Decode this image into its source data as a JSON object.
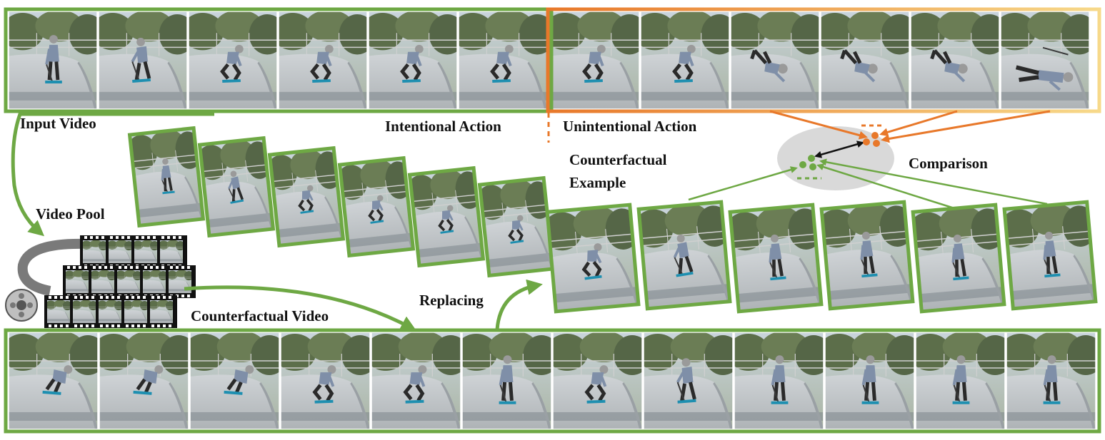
{
  "labels": {
    "input_video": "Input Video",
    "intentional_action": "Intentional Action",
    "unintentional_action": "Unintentional Action",
    "counterfactual_example_line1": "Counterfactual",
    "counterfactual_example_line2": "Example",
    "comparison": "Comparison",
    "video_pool": "Video Pool",
    "counterfactual_video": "Counterfactual Video",
    "replacing": "Replacing"
  },
  "colors": {
    "green": "#6ea844",
    "orange": "#e8782a",
    "orange_light": "#f7d98a",
    "ellipse": "#d9d9d9"
  },
  "frames": {
    "input_intentional": [
      {
        "pose": "stand"
      },
      {
        "pose": "ride"
      },
      {
        "pose": "crouch"
      },
      {
        "pose": "crouch"
      },
      {
        "pose": "crouch"
      },
      {
        "pose": "crouch"
      }
    ],
    "input_unintentional": [
      {
        "pose": "crouch"
      },
      {
        "pose": "crouch"
      },
      {
        "pose": "fall"
      },
      {
        "pose": "fall"
      },
      {
        "pose": "fall"
      },
      {
        "pose": "lying"
      }
    ],
    "pool_clips": [
      {
        "pose": "stand"
      },
      {
        "pose": "ride"
      },
      {
        "pose": "crouch"
      },
      {
        "pose": "crouch"
      },
      {
        "pose": "crouch"
      },
      {
        "pose": "crouch"
      }
    ],
    "counterfactual_example": [
      {
        "pose": "crouch"
      },
      {
        "pose": "ride"
      },
      {
        "pose": "stand"
      },
      {
        "pose": "stand"
      },
      {
        "pose": "stand"
      },
      {
        "pose": "stand"
      }
    ],
    "counterfactual_video": [
      {
        "pose": "jump"
      },
      {
        "pose": "jump"
      },
      {
        "pose": "jump"
      },
      {
        "pose": "crouch"
      },
      {
        "pose": "crouch"
      },
      {
        "pose": "stand"
      },
      {
        "pose": "crouch"
      },
      {
        "pose": "ride"
      },
      {
        "pose": "stand"
      },
      {
        "pose": "stand"
      },
      {
        "pose": "stand"
      },
      {
        "pose": "stand"
      }
    ]
  }
}
